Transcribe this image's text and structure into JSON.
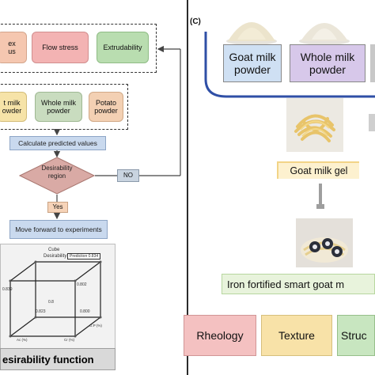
{
  "left_panel": {
    "top_group": {
      "items": [
        {
          "text": "ex\nus",
          "color": "#f5c7b0"
        },
        {
          "text": "Flow stress",
          "color": "#f3b3b3"
        },
        {
          "text": "Extrudability",
          "color": "#b9ddb0"
        }
      ]
    },
    "mid_group": {
      "items": [
        {
          "text": "t milk\nowder",
          "color": "#f6e3a8"
        },
        {
          "text": "Whole milk\npowder",
          "color": "#c9dcbf"
        },
        {
          "text": "Potato\npowder",
          "color": "#f3d0b3"
        }
      ]
    },
    "calculate": "Calculate predicted values",
    "decision": "Desirability\nregion",
    "no_label": "NO",
    "yes_label": "Yes",
    "move_forward": "Move forward to experiments",
    "cube": {
      "title": "Cube",
      "subtitle": "Desirability",
      "subtitle_box": "Prediction 0.834",
      "corner_values": [
        "0.839",
        "0.8",
        "0.802",
        "0.823",
        "0.800"
      ],
      "axis_labels": [
        "G:P (%)",
        "Cr (%)",
        "Ac (%)"
      ]
    },
    "caption": "esirability function"
  },
  "right_panel": {
    "panel_label": "(C)",
    "powders": [
      {
        "label": "Goat milk\npowder",
        "color": "#cfe0f3"
      },
      {
        "label": "Whole milk\npowder",
        "color": "#d7c8ea"
      }
    ],
    "gel_label": "Goat milk gel",
    "fortified_label": "Iron fortified smart goat m",
    "tests": [
      {
        "label": "Rheology",
        "color": "#f4c1c1"
      },
      {
        "label": "Texture",
        "color": "#f8e2a8"
      },
      {
        "label": "Struc",
        "color": "#c8e6c0"
      }
    ]
  }
}
